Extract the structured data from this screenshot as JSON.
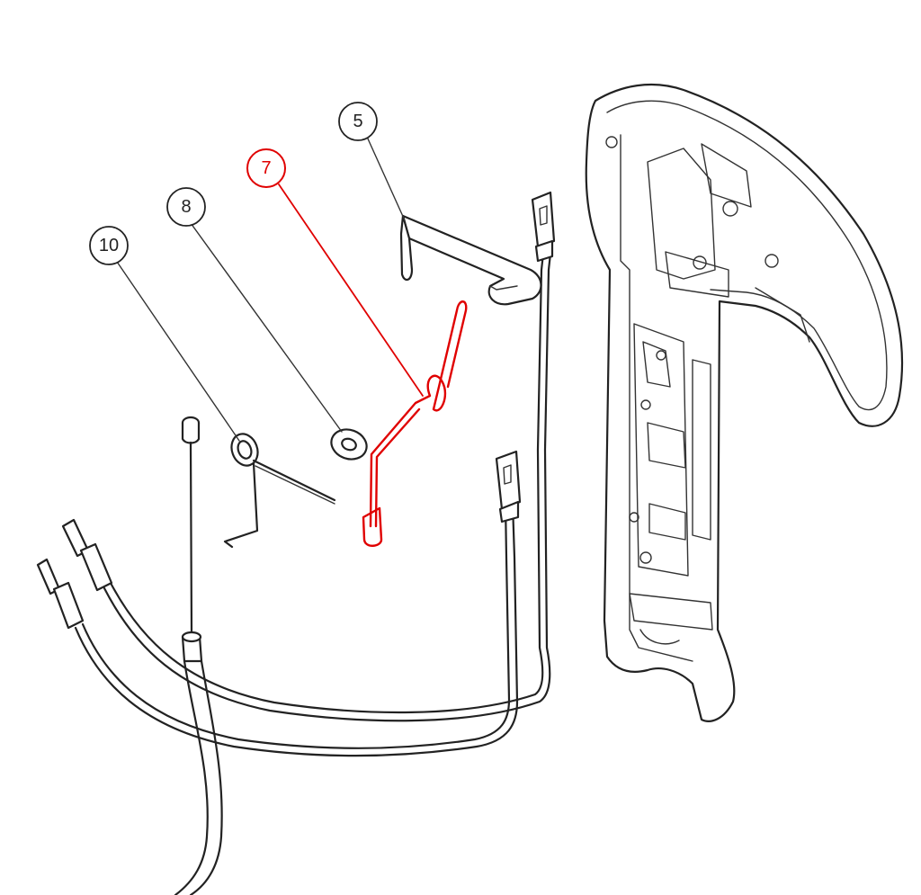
{
  "diagram": {
    "callouts": [
      {
        "id": "5",
        "label": "5",
        "highlighted": false
      },
      {
        "id": "7",
        "label": "7",
        "highlighted": true
      },
      {
        "id": "8",
        "label": "8",
        "highlighted": false
      },
      {
        "id": "10",
        "label": "10",
        "highlighted": false
      }
    ],
    "colors": {
      "line": "#222222",
      "highlight": "#e00000",
      "background": "#ffffff"
    }
  }
}
